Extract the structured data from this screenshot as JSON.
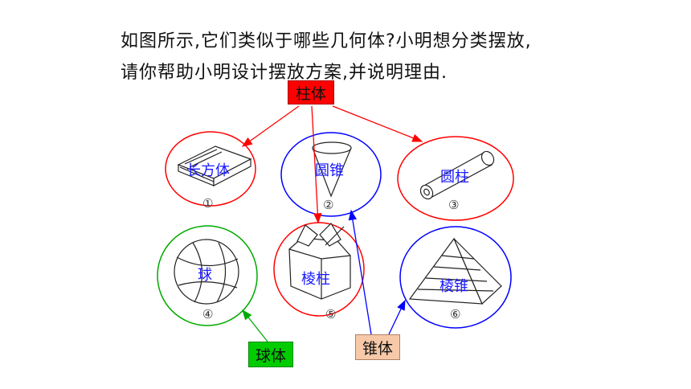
{
  "question": {
    "line1": "如图所示,它们类似于哪些几何体?小明想分类摆放,",
    "line2": "请你帮助小明设计摆放方案,并说明理由."
  },
  "categories": {
    "prism_column": "柱体",
    "sphere": "球体",
    "cone_pyramid": "锥体"
  },
  "shapes": [
    {
      "name": "长方体",
      "number": "①"
    },
    {
      "name": "圆锥",
      "number": "②"
    },
    {
      "name": "圆柱",
      "number": "③"
    },
    {
      "name": "球",
      "number": "④"
    },
    {
      "name": "棱柱",
      "number": "⑤"
    },
    {
      "name": "棱锥",
      "number": "⑥"
    }
  ],
  "colors": {
    "column_group": "#ff0000",
    "sphere_group": "#00aa00",
    "cone_group": "#0000ff"
  }
}
